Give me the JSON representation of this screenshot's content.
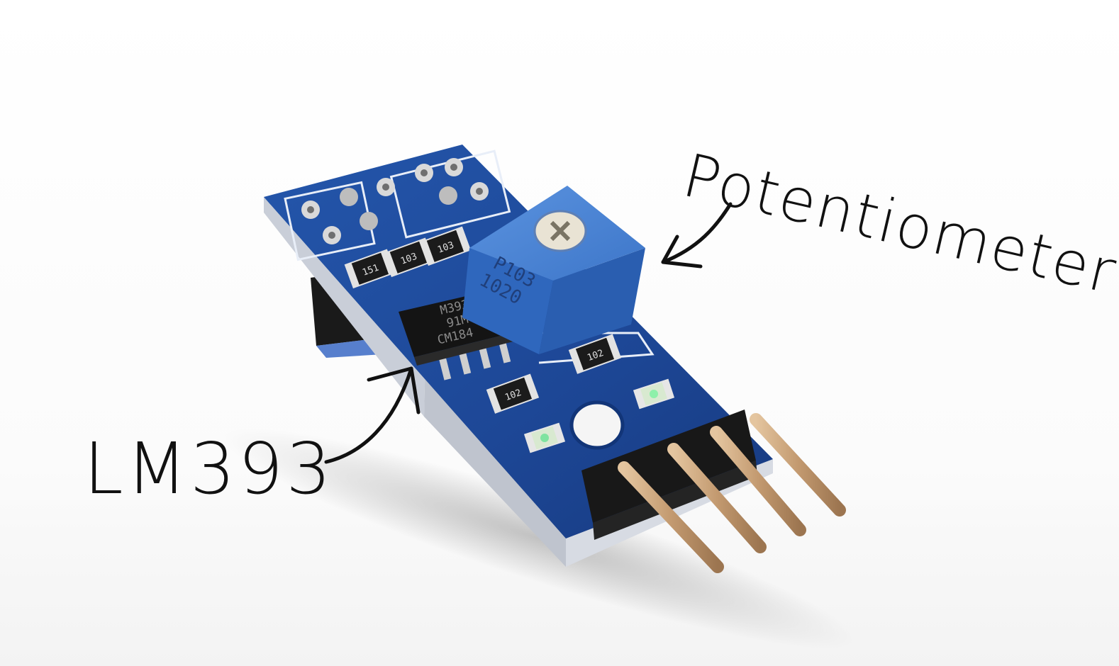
{
  "scene": {
    "background_color": "#ffffff",
    "board_color": "#1f4d9e",
    "potentiometer_color": "#3c78cf",
    "header_pin_color": "#c9a27a"
  },
  "annotations": {
    "potentiometer": "Potentiometer",
    "lm393": "LM393"
  },
  "markings": {
    "trimmer_top": "P103",
    "trimmer_bottom": "1020",
    "chip_line1": "M393",
    "chip_line2": "91M",
    "chip_line3": "CM184",
    "resistor_a": "151",
    "resistor_b": "103",
    "resistor_c": "103",
    "resistor_d": "102",
    "resistor_e": "102"
  }
}
